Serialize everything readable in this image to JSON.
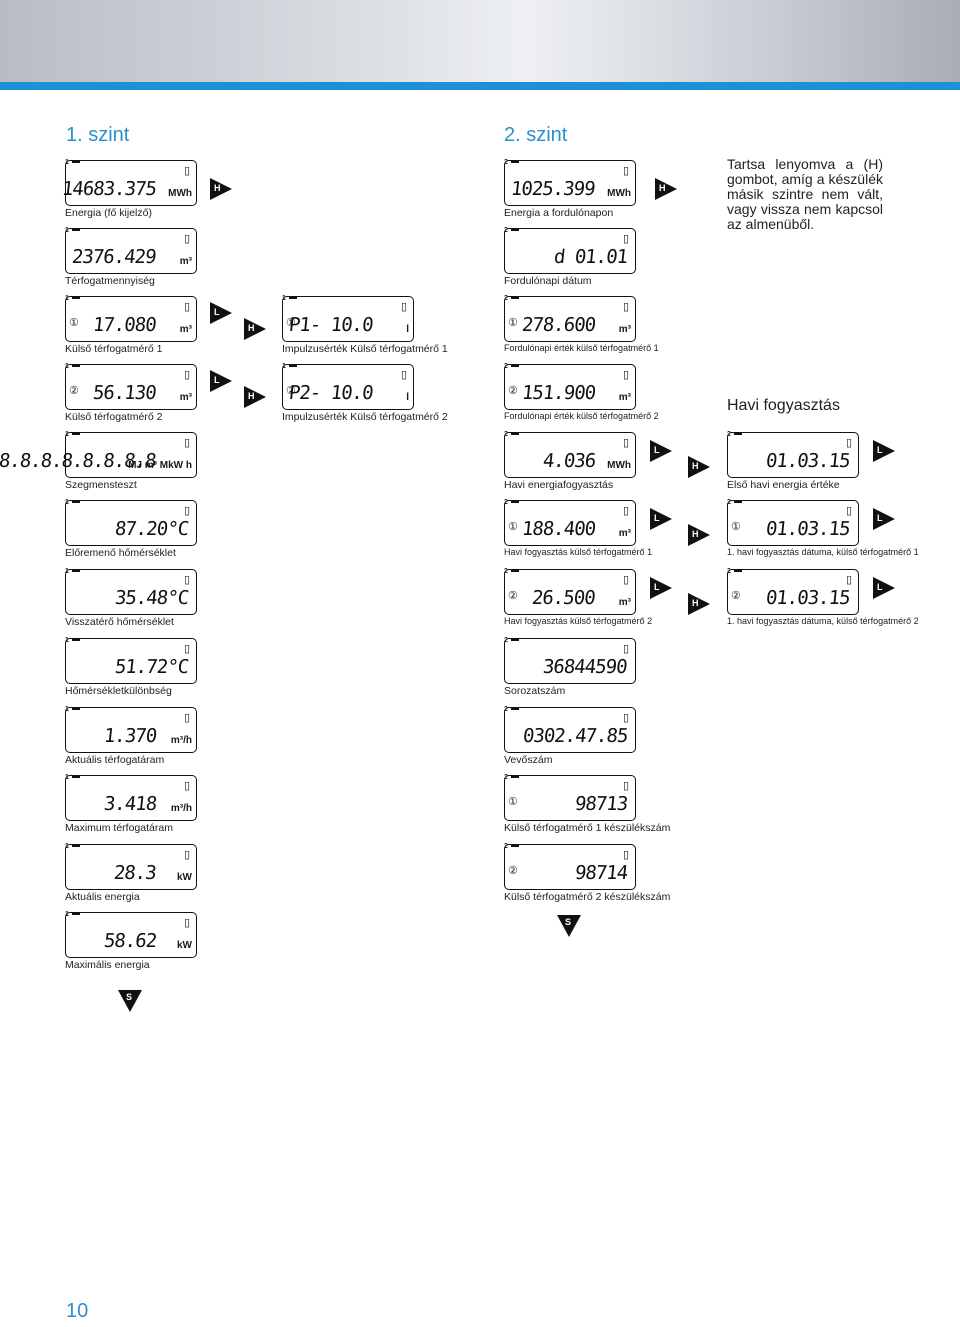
{
  "header": {
    "level1": "1. szint",
    "level2": "2. szint"
  },
  "note": "Tartsa lenyomva a (H) gombot, amíg a készülék másik szintre nem vált, vagy vissza nem kapcsol az almenüből.",
  "monthly_title": "Havi fogyasztás",
  "page_number": "10",
  "arrow_labels": {
    "h": "H",
    "l": "L",
    "s": "S"
  },
  "col1": [
    {
      "lvl": "1",
      "value": "14683.375",
      "unit": "MWh",
      "caption": "Energia (fő kijelző)"
    },
    {
      "lvl": "1",
      "value": "2376.429",
      "unit": "m³",
      "caption": "Térfogatmennyiség"
    },
    {
      "lvl": "1",
      "value": "17.080",
      "unit": "m³",
      "caption": "Külső térfogatmérő 1",
      "circ": "①"
    },
    {
      "lvl": "1",
      "value": "56.130",
      "unit": "m³",
      "caption": "Külső térfogatmérő 2",
      "circ": "②"
    },
    {
      "lvl": "1",
      "value": "8.8.8.8.8.8.8.8",
      "unit": "MJ m³ MkW h",
      "caption": "Szegmensteszt"
    },
    {
      "lvl": "1",
      "value": "87.20°C",
      "unit": "",
      "caption": "Előremenő hőmérséklet"
    },
    {
      "lvl": "1",
      "value": "35.48°C",
      "unit": "",
      "caption": "Visszatérő hőmérséklet"
    },
    {
      "lvl": "1",
      "value": "51.72°C",
      "unit": "",
      "caption": "Hőmérsékletkülönbség"
    },
    {
      "lvl": "1",
      "value": "1.370",
      "unit": "m³/h",
      "caption": "Aktuális térfogatáram"
    },
    {
      "lvl": "1",
      "value": "3.418",
      "unit": "m³/h",
      "caption": "Maximum térfogatáram"
    },
    {
      "lvl": "1",
      "value": "28.3",
      "unit": "kW",
      "caption": "Aktuális energia"
    },
    {
      "lvl": "1",
      "value": "58.62",
      "unit": "kW",
      "caption": "Maximális energia"
    }
  ],
  "col2": [
    {
      "lvl": "1",
      "value": "P1-    10.0",
      "unit": "l",
      "caption": "Impulzusérték Külső térfogatmérő 1",
      "circ": "①"
    },
    {
      "lvl": "1",
      "value": "P2-    10.0",
      "unit": "l",
      "caption": "Impulzusérték Külső térfogatmérő 2",
      "circ": "②"
    }
  ],
  "col3": [
    {
      "lvl": "2",
      "value": "1025.399",
      "unit": "MWh",
      "caption": "Energia a fordulónapon"
    },
    {
      "lvl": "2",
      "value": "d    01.01",
      "unit": "",
      "caption": "Fordulónapi dátum"
    },
    {
      "lvl": "2",
      "value": "278.600",
      "unit": "m³",
      "caption": "Fordulónapi érték külső térfogatmérő 1",
      "circ": "①"
    },
    {
      "lvl": "2",
      "value": "151.900",
      "unit": "m³",
      "caption": "Fordulónapi érték külső térfogatmérő 2",
      "circ": "②"
    },
    {
      "lvl": "2",
      "value": "4.036",
      "unit": "MWh",
      "caption": "Havi energiafogyasztás"
    },
    {
      "lvl": "2",
      "value": "188.400",
      "unit": "m³",
      "caption": "Havi fogyasztás külső térfogatmérő 1",
      "circ": "①"
    },
    {
      "lvl": "2",
      "value": "26.500",
      "unit": "m³",
      "caption": "Havi fogyasztás külső térfogatmérő 2",
      "circ": "②"
    },
    {
      "lvl": "2",
      "value": "36844590",
      "unit": "",
      "caption": "Sorozatszám"
    },
    {
      "lvl": "2",
      "value": "0302.47.85",
      "unit": "",
      "caption": "Vevőszám"
    },
    {
      "lvl": "2",
      "value": "98713",
      "unit": "",
      "caption": "Külső térfogatmérő 1 készülékszám",
      "circ": "①"
    },
    {
      "lvl": "2",
      "value": "98714",
      "unit": "",
      "caption": "Külső térfogatmérő 2 készülékszám",
      "circ": "②"
    }
  ],
  "col4": [
    {
      "lvl": "2",
      "value": "01.03.15",
      "unit": "",
      "caption": "Első havi energia értéke"
    },
    {
      "lvl": "2",
      "value": "01.03.15",
      "unit": "",
      "caption": "1. havi fogyasztás dátuma, külső térfogatmérő 1",
      "circ": "①"
    },
    {
      "lvl": "2",
      "value": "01.03.15",
      "unit": "",
      "caption": "1. havi fogyasztás dátuma, külső térfogatmérő 2",
      "circ": "②"
    }
  ]
}
